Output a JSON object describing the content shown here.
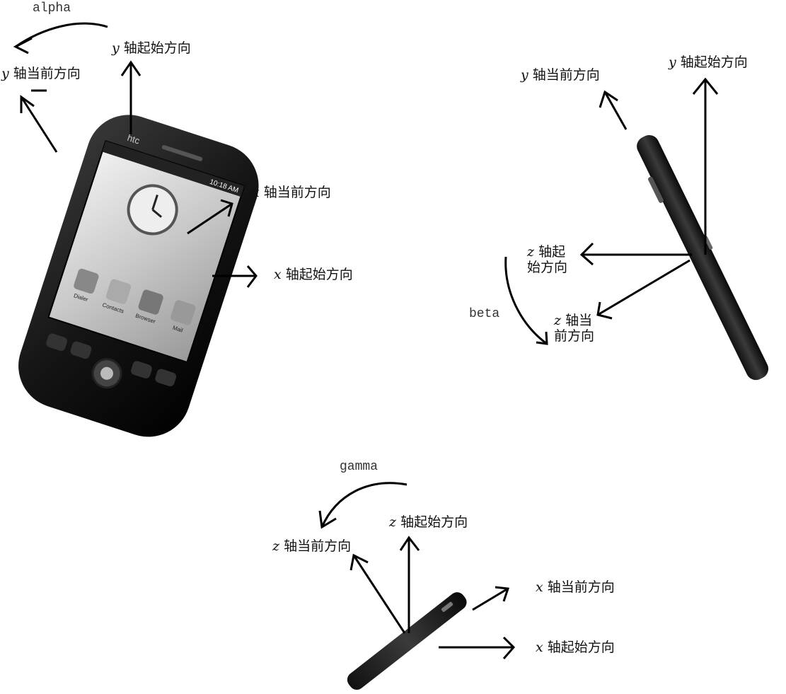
{
  "top_left": {
    "rotation": "alpha",
    "y_start": {
      "var": "y",
      "text": "轴起始方向"
    },
    "y_current": {
      "var": "y",
      "text": "轴当前方向"
    },
    "x_current": {
      "var": "x",
      "text": "轴当前方向"
    },
    "x_start": {
      "var": "x",
      "text": "轴起始方向"
    },
    "screen_brand": "htc",
    "status_time": "10:18 AM",
    "apps": [
      "Dialer",
      "Contacts",
      "Browser",
      "Mail"
    ]
  },
  "top_right": {
    "rotation": "beta",
    "y_current": {
      "var": "y",
      "text": "轴当前方向"
    },
    "y_start": {
      "var": "y",
      "text": "轴起始方向"
    },
    "z_start": {
      "var": "z",
      "text1": "轴起",
      "text2": "始方向"
    },
    "z_current": {
      "var": "z",
      "text1": "轴当",
      "text2": "前方向"
    }
  },
  "bottom": {
    "rotation": "gamma",
    "z_start": {
      "var": "z",
      "text": "轴起始方向"
    },
    "z_current": {
      "var": "z",
      "text": "轴当前方向"
    },
    "x_current": {
      "var": "x",
      "text": "轴当前方向"
    },
    "x_start": {
      "var": "x",
      "text": "轴起始方向"
    }
  },
  "colors": {
    "ink": "#000000",
    "phone_body": "#1a1a1a",
    "screen": "#d8d8d8"
  }
}
